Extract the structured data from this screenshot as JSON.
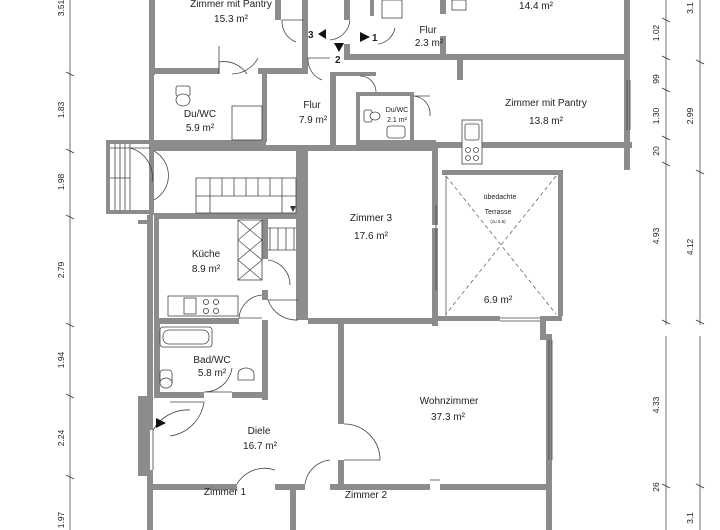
{
  "rooms": {
    "zimmer_pantry_top": {
      "name": "Zimmer mit Pantry",
      "area": "15.3 m²"
    },
    "top_right_area": {
      "area": "14.4 m²"
    },
    "flur_top": {
      "name": "Flur",
      "area": "2.3 m²"
    },
    "du_wc_left": {
      "name": "Du/WC",
      "area": "5.9 m²"
    },
    "flur_mid": {
      "name": "Flur",
      "area": "7.9 m²"
    },
    "du_wc_small": {
      "name": "Du/WC",
      "area": "2.1 m²"
    },
    "zimmer_pantry_right": {
      "name": "Zimmer mit Pantry",
      "area": "13.8 m²"
    },
    "zimmer3": {
      "name": "Zimmer 3",
      "area": "17.6 m²"
    },
    "terrasse": {
      "name_line1": "übedachte",
      "name_line2": "Terrasse",
      "note": "(zu 0.5)",
      "area": "6.9 m²"
    },
    "kueche": {
      "name": "Küche",
      "area": "8.9 m²"
    },
    "bad_wc": {
      "name": "Bad/WC",
      "area": "5.8 m²"
    },
    "wohnzimmer": {
      "name": "Wohnzimmer",
      "area": "37.3 m²"
    },
    "diele": {
      "name": "Diele",
      "area": "16.7 m²"
    },
    "zimmer1": {
      "name": "Zimmer 1"
    },
    "zimmer2": {
      "name": "Zimmer 2"
    }
  },
  "markers": {
    "m1": "1",
    "m2": "2",
    "m3": "3"
  },
  "dimensions": {
    "left": [
      "3.51",
      "1.83",
      "1.98",
      "2.79",
      "1.94",
      "2.24",
      "1.97"
    ],
    "right_inner": [
      "1.02",
      "99",
      "1.30",
      "20",
      "4.93",
      "4.33",
      "26"
    ],
    "right_outer": [
      "3.1",
      "2.99",
      "4.12",
      "3.1"
    ]
  }
}
